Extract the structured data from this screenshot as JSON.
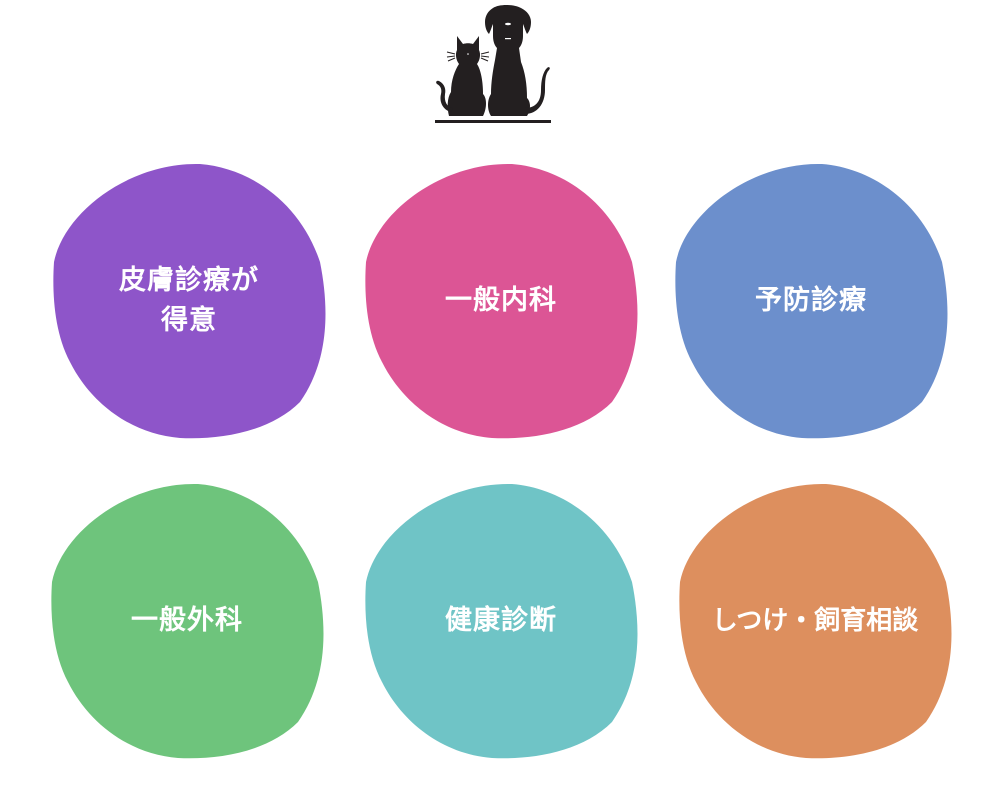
{
  "logo": {
    "icon": "cat-and-dog-silhouette-icon",
    "color": "#231f20"
  },
  "services": [
    {
      "label": "皮膚診療が\n得意",
      "color": "#8e55c9"
    },
    {
      "label": "一般内科",
      "color": "#dc5595"
    },
    {
      "label": "予防診療",
      "color": "#6c8fcc"
    },
    {
      "label": "一般外科",
      "color": "#6ec47c"
    },
    {
      "label": "健康診断",
      "color": "#6fc4c6"
    },
    {
      "label": "しつけ・飼育相談",
      "color": "#dd8f5e"
    }
  ]
}
